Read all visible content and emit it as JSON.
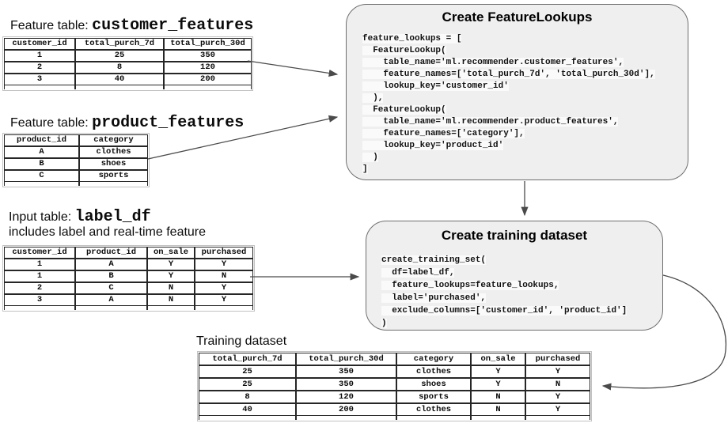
{
  "tables": {
    "customer": {
      "title_prefix": "Feature table: ",
      "title_name": "customer_features",
      "headers": [
        "customer_id",
        "total_purch_7d",
        "total_purch_30d"
      ],
      "rows": [
        [
          "1",
          "25",
          "350"
        ],
        [
          "2",
          "8",
          "120"
        ],
        [
          "3",
          "40",
          "200"
        ]
      ]
    },
    "product": {
      "title_prefix": "Feature table: ",
      "title_name": "product_features",
      "headers": [
        "product_id",
        "category"
      ],
      "rows": [
        [
          "A",
          "clothes"
        ],
        [
          "B",
          "shoes"
        ],
        [
          "C",
          "sports"
        ]
      ]
    },
    "label": {
      "title_prefix": "Input table: ",
      "title_name": "label_df",
      "subtitle": "includes label and real-time feature",
      "headers": [
        "customer_id",
        "product_id",
        "on_sale",
        "purchased"
      ],
      "rows": [
        [
          "1",
          "A",
          "Y",
          "Y"
        ],
        [
          "1",
          "B",
          "Y",
          "N"
        ],
        [
          "2",
          "C",
          "N",
          "Y"
        ],
        [
          "3",
          "A",
          "N",
          "Y"
        ]
      ]
    },
    "training": {
      "title": "Training dataset",
      "headers": [
        "total_purch_7d",
        "total_purch_30d",
        "category",
        "on_sale",
        "purchased"
      ],
      "rows": [
        [
          "25",
          "350",
          "clothes",
          "Y",
          "Y"
        ],
        [
          "25",
          "350",
          "shoes",
          "Y",
          "N"
        ],
        [
          "8",
          "120",
          "sports",
          "N",
          "Y"
        ],
        [
          "40",
          "200",
          "clothes",
          "N",
          "Y"
        ]
      ]
    }
  },
  "boxes": {
    "feature_lookups": {
      "title": "Create FeatureLookups",
      "code": [
        "feature_lookups = [",
        "  FeatureLookup(",
        "    table_name='ml.recommender.customer_features',",
        "    feature_names=['total_purch_7d', 'total_purch_30d'],",
        "    lookup_key='customer_id'",
        "  ),",
        "  FeatureLookup(",
        "    table_name='ml.recommender.product_features',",
        "    feature_names=['category'],",
        "    lookup_key='product_id'",
        "  )",
        "]"
      ]
    },
    "training_set": {
      "title": "Create training dataset",
      "code": [
        "create_training_set(",
        "  df=label_df,",
        "  feature_lookups=feature_lookups,",
        "  label='purchased',",
        "  exclude_columns=['customer_id', 'product_id']",
        ")"
      ]
    }
  },
  "colors": {
    "box_fill": "#efefef",
    "box_border": "#6e6e6e",
    "table_border": "#262626",
    "table_frame": "#c2c2c2",
    "arrow": "#4a4a4a",
    "code_highlight": "rgba(255,255,255,0.7)",
    "text": "#000000"
  }
}
